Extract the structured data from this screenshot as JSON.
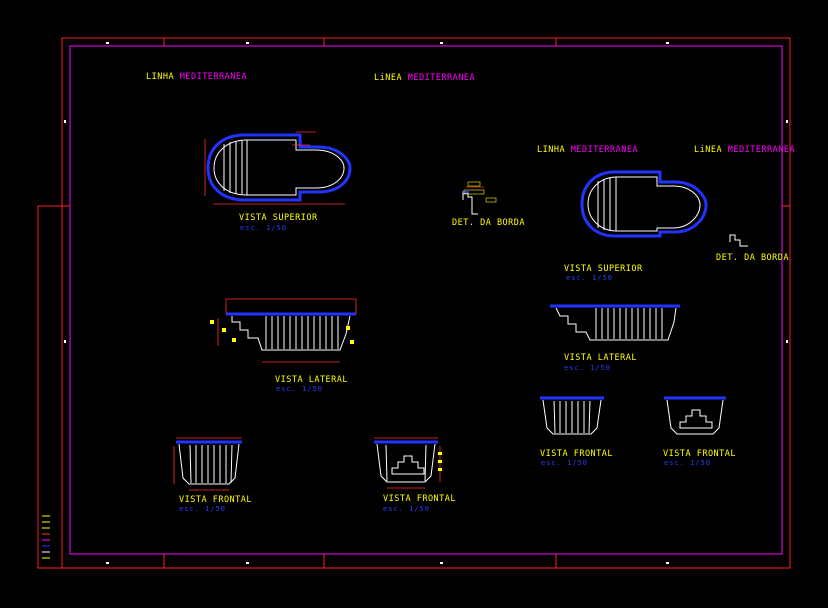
{
  "labels": {
    "linha1_a": "LINHA",
    "linha1_b": "MEDITERRANEA",
    "linea1_a": "LiNEA",
    "linea1_b": "MEDITERRANEA",
    "linha2_a": "LINHA",
    "linha2_b": "MEDITERRANEA",
    "linea2_a": "LiNEA",
    "linea2_b": "MEDITERRANEA",
    "det_borda_1": "DET. DA BORDA",
    "det_borda_2": "DET. DA BORDA",
    "vista_superior_1": "VISTA SUPERIOR",
    "vista_superior_2": "VISTA SUPERIOR",
    "vista_lateral_1": "VISTA LATERAL",
    "vista_lateral_2": "VISTA LATERAL",
    "vista_frontal_1": "VISTA FRONTAL",
    "vista_frontal_2": "VISTA FRONTAL",
    "vista_frontal_3": "VISTA FRONTAL",
    "vista_frontal_4": "VISTA FRONTAL"
  },
  "scales": {
    "s1": "esc.  1/50",
    "s2": "esc.  1/50",
    "s3": "esc.  1/50",
    "s4": "esc.  1/50",
    "s5": "esc.  1/50",
    "s6": "esc.  1/50",
    "s7": "esc.  1/50",
    "s8": "esc.  1/50"
  },
  "colors": {
    "background": "#000000",
    "frame_red": "#ff2020",
    "frame_magenta": "#ff00ff",
    "line_white": "#ffffff",
    "line_yellow": "#ffff00",
    "pool_blue": "#2233ff",
    "dim_red": "#ff3030"
  }
}
